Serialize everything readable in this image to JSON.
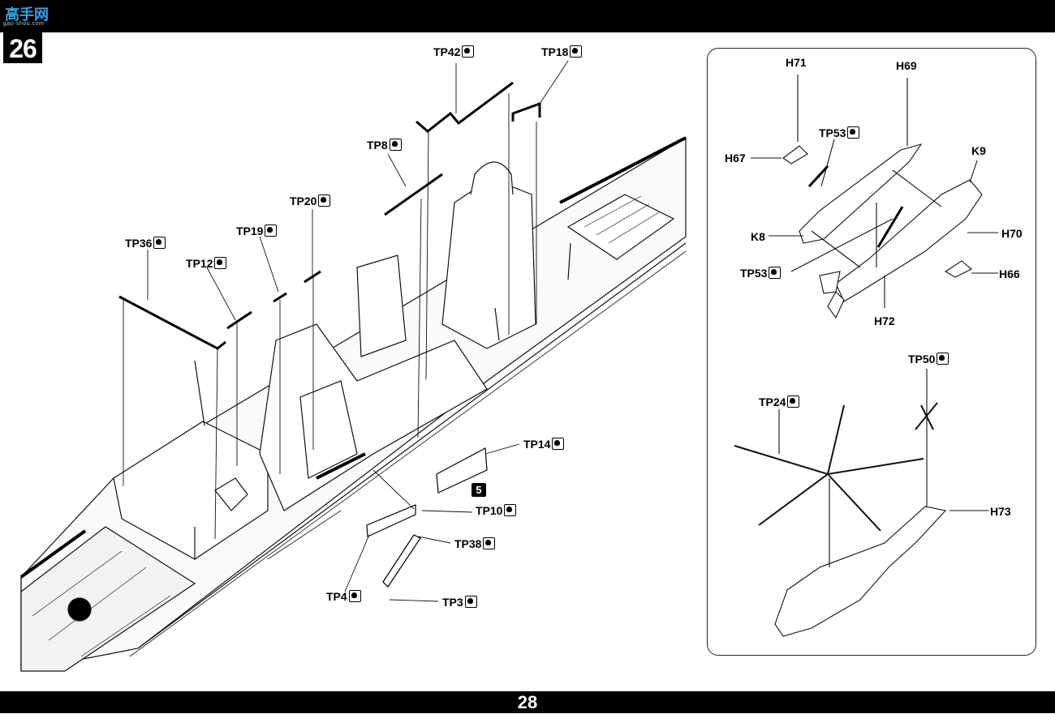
{
  "header": {
    "logo_text": "高手网",
    "logo_sub": "gao-shou.com"
  },
  "step_number": "26",
  "page_number": "28",
  "labels": {
    "tp42": "TP42",
    "tp18": "TP18",
    "tp8": "TP8",
    "tp20": "TP20",
    "tp19": "TP19",
    "tp36": "TP36",
    "tp12": "TP12",
    "tp14": "TP14",
    "tp10": "TP10",
    "tp38": "TP38",
    "tp4": "TP4",
    "tp3": "TP3",
    "h71": "H71",
    "h69": "H69",
    "tp53a": "TP53",
    "h67": "H67",
    "k9": "K9",
    "k8": "K8",
    "h70": "H70",
    "tp53b": "TP53",
    "h66": "H66",
    "h72": "H72",
    "tp50": "TP50",
    "tp24": "TP24",
    "h73": "H73"
  },
  "mark": "5",
  "icons": {
    "part_marker": "heart-mark-icon"
  }
}
